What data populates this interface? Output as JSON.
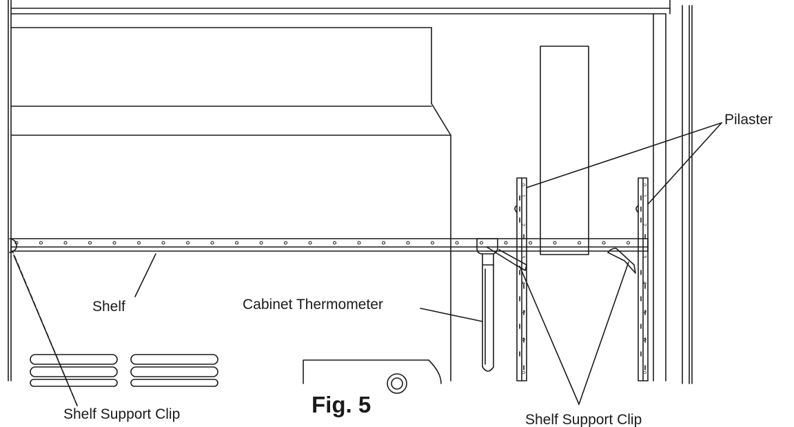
{
  "figure": {
    "caption": "Fig. 5"
  },
  "labels": {
    "pilaster": "Pilaster",
    "shelf": "Shelf",
    "cabinet_thermometer": "Cabinet Thermometer",
    "shelf_support_clip_left": "Shelf Support Clip",
    "shelf_support_clip_right": "Shelf Support Clip"
  },
  "pilaster_numbers": [
    "0",
    "1",
    "2",
    "3",
    "4",
    "5",
    "6",
    "0"
  ]
}
